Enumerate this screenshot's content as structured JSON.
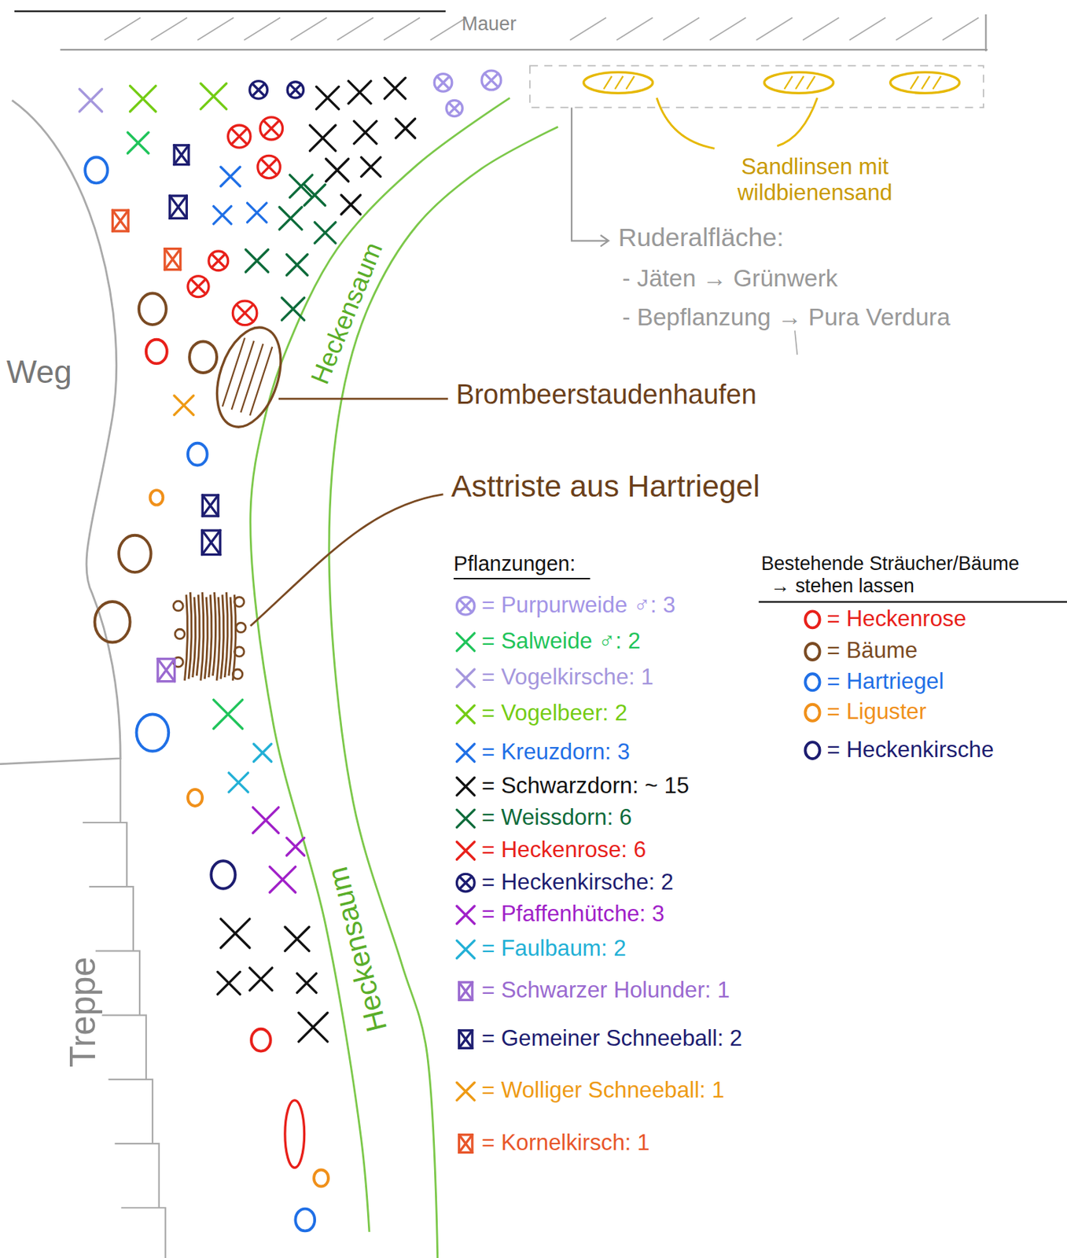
{
  "diagram": {
    "labels": [
      "Mauer",
      "Sandlinsen mit wildbienensand",
      "Ruderalfläche:",
      "- Jäten → Grünwerk",
      "- Bepflanzung → Pura Verdura",
      "Weg",
      "Heckensaum",
      "Brombeerstaudenhaufen",
      "Asttriste aus Hartriegel",
      "Pflanzungen:",
      "Bestehende Sträucher/Bäume",
      "→ stehen lassen",
      "Heckensaum",
      "Treppe"
    ],
    "legend": [
      {
        "text": "= Purpurweide ♂: 3"
      },
      {
        "text": "= Salweide ♂: 2"
      },
      {
        "text": "= Vogelkirsche: 1"
      },
      {
        "text": "= Vogelbeer: 2"
      },
      {
        "text": "= Kreuzdorn: 3"
      },
      {
        "text": "= Schwarzdorn: ~ 15"
      },
      {
        "text": "= Weissdorn: 6"
      },
      {
        "text": "= Heckenrose: 6"
      },
      {
        "text": "= Heckenkirsche: 2"
      },
      {
        "text": "= Pfaffenhütche: 3"
      },
      {
        "text": "= Faulbaum: 2"
      },
      {
        "text": "= Schwarzer Holunder: 1"
      },
      {
        "text": "= Gemeiner Schneeball: 2"
      },
      {
        "text": "= Wolliger Schneeball: 1"
      },
      {
        "text": "= Kornelkirsch: 1"
      },
      {
        "text": "= Heckenrose"
      },
      {
        "text": "= Bäume"
      },
      {
        "text": "= Hartriegel"
      },
      {
        "text": "= Liguster"
      },
      {
        "text": "= Heckenkirsche"
      }
    ]
  }
}
